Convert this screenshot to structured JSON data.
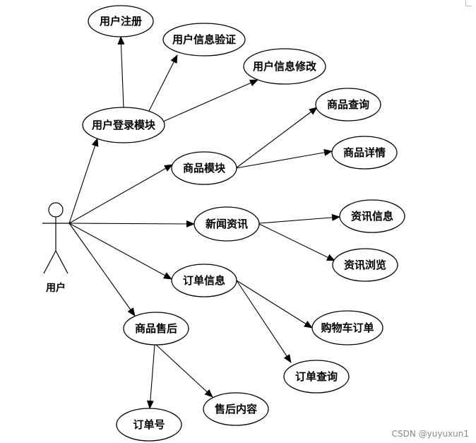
{
  "actor": {
    "label": "用户"
  },
  "nodes": {
    "register": "用户注册",
    "verify": "用户信息验证",
    "modify": "用户信息修改",
    "login": "用户登录模块",
    "query": "商品查询",
    "detail": "商品详情",
    "product": "商品模块",
    "news": "新闻资讯",
    "newsinfo": "资讯信息",
    "browse": "资讯浏览",
    "order": "订单信息",
    "cart": "购物车订单",
    "orderquery": "订单查询",
    "aftersale": "商品售后",
    "orderno": "订单号",
    "content": "售后内容"
  },
  "watermark": "CSDN @yuyuxun1"
}
